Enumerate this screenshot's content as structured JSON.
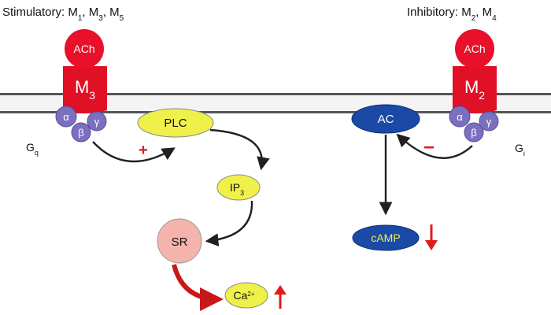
{
  "headers": {
    "stimulatory": {
      "label": "Stimulatory: M",
      "subs": [
        "1",
        "3",
        "5"
      ]
    },
    "inhibitory": {
      "label": "Inhibitory: M",
      "subs": [
        "2",
        "4"
      ]
    }
  },
  "left_receptor": {
    "ligand": "ACh",
    "receptor": "M",
    "receptor_sub": "3",
    "g_protein": {
      "label": "G",
      "sub": "q",
      "alpha": "α",
      "beta": "β",
      "gamma": "γ"
    },
    "effect_sign": "+"
  },
  "right_receptor": {
    "ligand": "ACh",
    "receptor": "M",
    "receptor_sub": "2",
    "g_protein": {
      "label": "G",
      "sub": "i",
      "alpha": "α",
      "beta": "β",
      "gamma": "γ"
    },
    "effect_sign": "−"
  },
  "nodes": {
    "plc": "PLC",
    "ip3": {
      "label": "IP",
      "sub": "3"
    },
    "sr": "SR",
    "ca": {
      "label": "Ca",
      "sup": "2+"
    },
    "ac": "AC",
    "camp": "cAMP"
  },
  "colors": {
    "ligand_red": "#e8102a",
    "membrane": "#4a4a4a",
    "g_protein": "#7b6fc0",
    "yellow_node": "#f0f04a",
    "ac_blue": "#1a4aa6",
    "sr_pink": "#f5b3ad",
    "arrow_red": "#e31a1a",
    "arrow_dark": "#202020"
  }
}
